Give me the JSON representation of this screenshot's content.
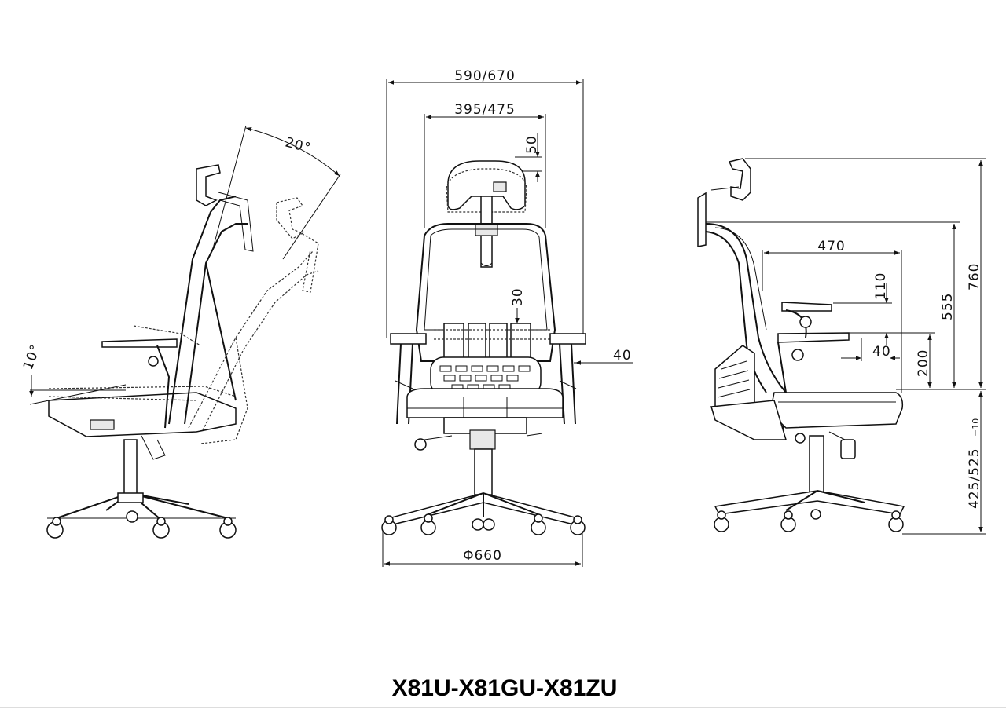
{
  "drawing": {
    "title": "X81U-X81GU-X81ZU",
    "left_view": {
      "headrest_angle": "20°",
      "seat_tilt_angle": "10°"
    },
    "front_view": {
      "overall_width": "590/670",
      "back_width": "395/475",
      "headrest_adjust": "50",
      "lumbar_adjust": "30",
      "arm_offset": "40",
      "base_diameter": "Φ660"
    },
    "side_view": {
      "seat_depth": "470",
      "arm_height_adjust": "110",
      "arm_depth_adjust": "40",
      "arm_height": "200",
      "back_height": "555",
      "total_back_height": "760",
      "seat_height": "425/525",
      "seat_height_tolerance": "±10"
    }
  }
}
